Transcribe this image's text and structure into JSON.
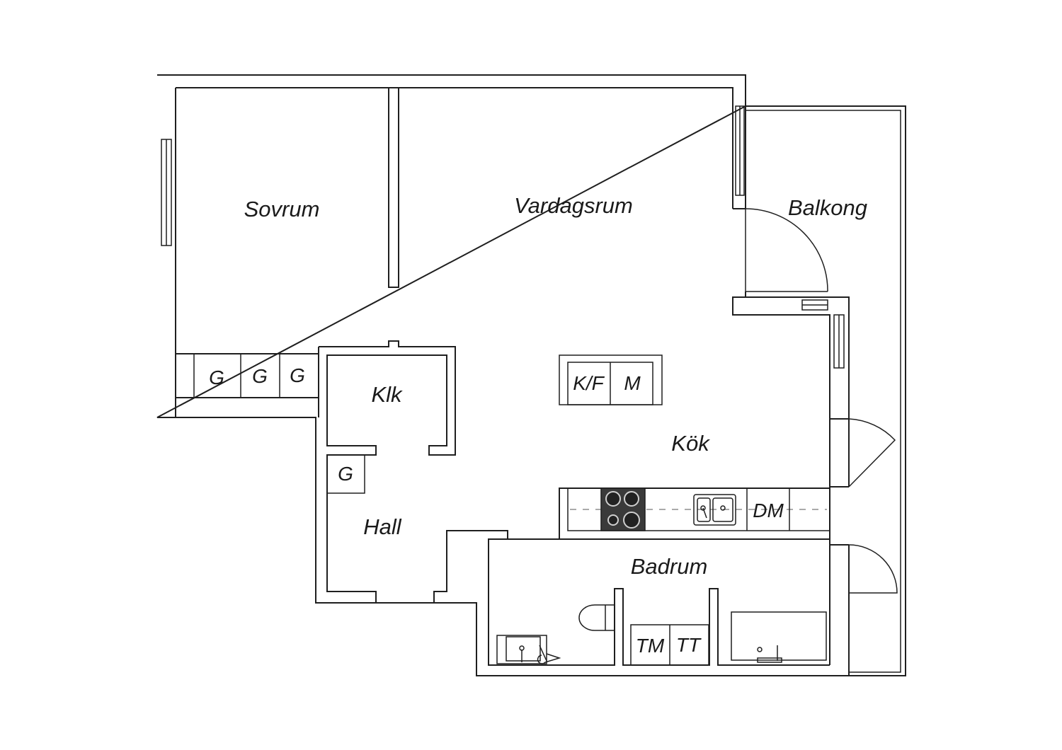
{
  "rooms": {
    "sovrum": "Sovrum",
    "vardagsrum": "Vardagsrum",
    "balkong": "Balkong",
    "klk": "Klk",
    "kok": "Kök",
    "hall": "Hall",
    "badrum": "Badrum"
  },
  "fixtures": {
    "g1": "G",
    "g2": "G",
    "g3": "G",
    "g4": "G",
    "kf": "K/F",
    "m": "M",
    "dm": "DM",
    "tm": "TM",
    "tt": "TT"
  },
  "colors": {
    "line": "#1f1f1f",
    "background": "#ffffff",
    "stove": "#3a3a3a"
  },
  "icons": [
    "window-icon",
    "door-swing-icon",
    "stove-icon",
    "sink-icon",
    "toilet-icon",
    "bathtub-icon",
    "washbasin-icon"
  ]
}
